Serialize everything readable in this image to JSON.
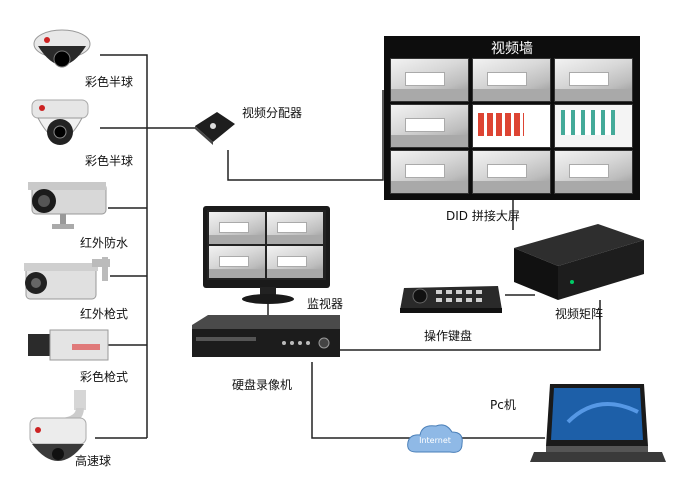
{
  "devices": {
    "left_cameras": [
      {
        "label": "彩色半球",
        "icon": "dome-camera-icon"
      },
      {
        "label": "彩色半球",
        "icon": "dome-camera-icon"
      },
      {
        "label": "红外防水",
        "icon": "infrared-waterproof-camera-icon"
      },
      {
        "label": "红外枪式",
        "icon": "infrared-bullet-camera-icon"
      },
      {
        "label": "彩色枪式",
        "icon": "color-bullet-camera-icon"
      },
      {
        "label": "高速球",
        "icon": "speed-dome-camera-icon"
      }
    ],
    "splitter": "视频分配器",
    "video_wall_title": "视频墙",
    "video_wall_label": "DID 拼接大屏",
    "monitor": "监视器",
    "dvr": "硬盘录像机",
    "keyboard": "操作键盘",
    "matrix": "视频矩阵",
    "pc": "Pc机",
    "internet": "Internet"
  },
  "colors": {
    "wire": "#222222",
    "cloud": "#8fb9e6",
    "device_dark": "#1b1b1b"
  }
}
